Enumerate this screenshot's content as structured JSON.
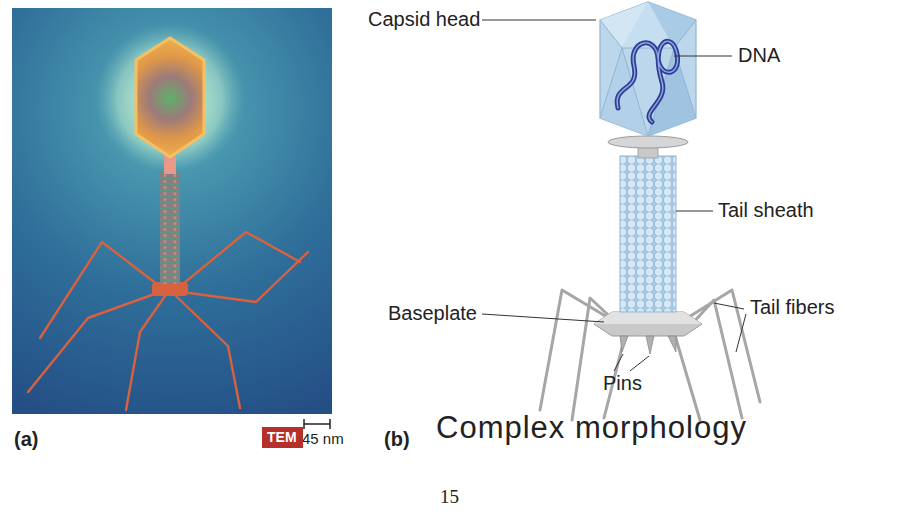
{
  "diagram": {
    "nodes": [
      {
        "text": [
          "TEM"
        ]
      }
    ],
    "labels": [
      "Capsid head",
      "DNA",
      "Tail sheath",
      "Baseplate",
      "Tail fibers",
      "Pins",
      "45 nm",
      "(a)",
      "(b)",
      "Complex morphology",
      "15"
    ]
  }
}
